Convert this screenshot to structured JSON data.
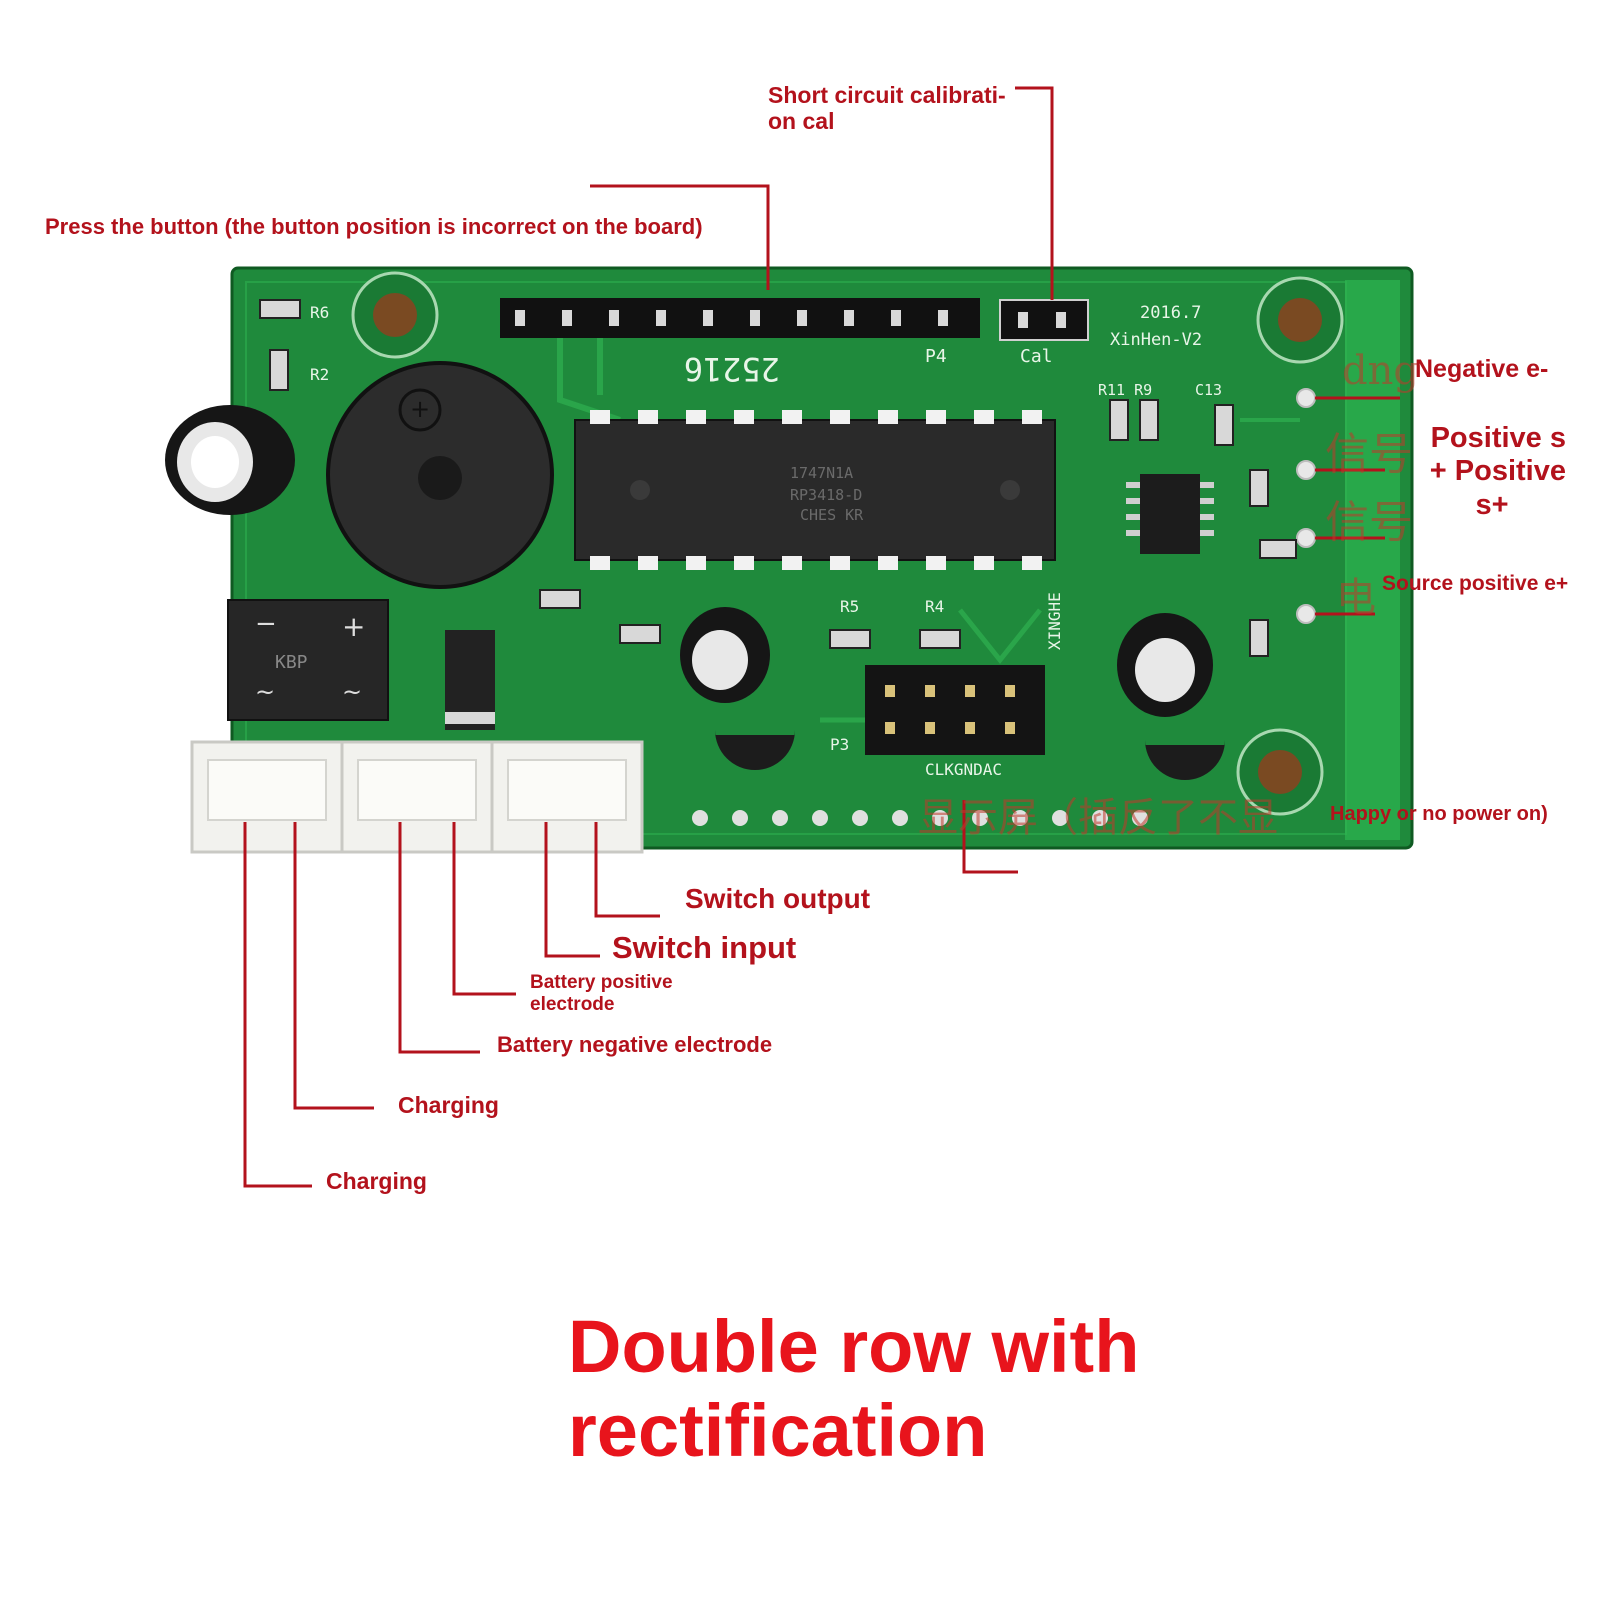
{
  "labels": {
    "short_circuit_line1": "Short circuit calibrati-",
    "short_circuit_line2": "on cal",
    "press_button": "Press the button (the button position is incorrect on the board)",
    "negative": "Negative e-",
    "positive_s_line1": "Positive s",
    "positive_s_line2": "+ Positive",
    "positive_s_line3": "s+",
    "source_positive": "Source positive e+",
    "display_note": "Happy or no power on)",
    "switch_output": "Switch output",
    "switch_input": "Switch input",
    "battery_positive_line1": "Battery positive",
    "battery_positive_line2": "electrode",
    "battery_negative": "Battery negative electrode",
    "charging_1": "Charging",
    "charging_2": "Charging"
  },
  "chinese_overlays": {
    "dng": "dng",
    "signal_1": "信号",
    "signal_2": "信号",
    "power": "电",
    "display_screen": "显示屏（插反了不显"
  },
  "board_silkscreen": {
    "part_number": "25216",
    "p4": "P4",
    "cal": "Cal",
    "brand": "XinHen-V2",
    "year": "2016.7",
    "chip_line1": "CHES KR",
    "chip_line2": "RP3418-D",
    "chip_line3": "1747N1A",
    "r6": "R6",
    "r2": "R2",
    "r4": "R4",
    "r5": "R5",
    "p3": "P3",
    "clk": "CLKGNDAC",
    "xinghe": "XINGHE",
    "c13": "C13",
    "r11_r9": "R11 R9",
    "bridge_text": "KBP"
  },
  "title": {
    "line1": "Double row with",
    "line2": "rectification"
  },
  "colors": {
    "label_red": "#b3121c",
    "title_red": "#e8141c",
    "pcb_green": "#1f8a3c",
    "pcb_dark": "#16692c"
  }
}
